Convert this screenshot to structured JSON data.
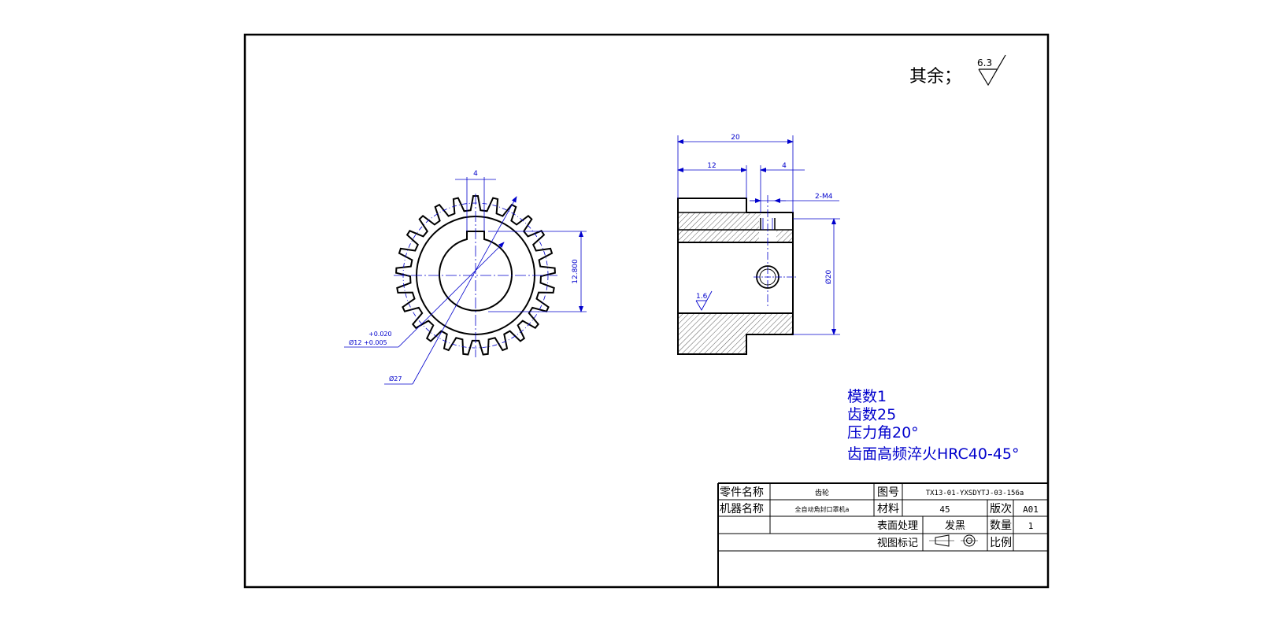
{
  "surface_note": {
    "prefix": "其余；",
    "roughness": "6.3"
  },
  "front_view": {
    "keyway_width": "4",
    "key_height": "12.800",
    "bore_tol_upper": "+0.020",
    "bore_label": "Ø12 +0.005",
    "outer_dia": "Ø27",
    "teeth": 25
  },
  "side_view": {
    "overall_width": "20",
    "hub_width": "12",
    "hole_offset": "4",
    "thread": "2-M4",
    "diameter": "Ø20",
    "bore_roughness": "1.6"
  },
  "notes": [
    "模数1",
    "齿数25",
    "压力角20°",
    "齿面高频淬火HRC40-45°"
  ],
  "title_block": {
    "part_name_label": "零件名称",
    "part_name": "齿轮",
    "drawing_no_label": "图号",
    "drawing_no": "TX13-01-YXSDYTJ-03-156a",
    "machine_label": "机器名称",
    "machine_name": "全自动角封口罩机a",
    "material_label": "材料",
    "material": "45",
    "revision_label": "版次",
    "revision": "A01",
    "surface_label": "表面处理",
    "surface": "发黑",
    "quantity_label": "数量",
    "quantity": "1",
    "view_label": "视图标记",
    "scale_label": "比例"
  },
  "colors": {
    "line": "#000000",
    "dimension": "#0000cc",
    "hatch": "#333333"
  }
}
